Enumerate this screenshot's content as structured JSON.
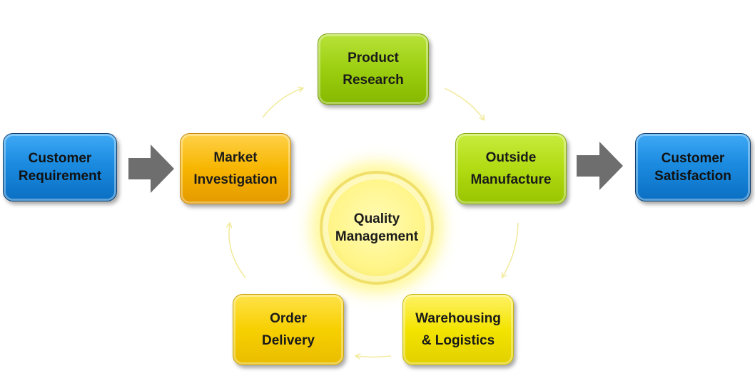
{
  "nodes": {
    "customer_requirement": {
      "line1": "Customer",
      "line2": "Requirement"
    },
    "market_investigation": {
      "line1": "Market",
      "line2": "Investigation"
    },
    "product_research": {
      "line1": "Product",
      "line2": "Research"
    },
    "outside_manufacture": {
      "line1": "Outside",
      "line2": "Manufacture"
    },
    "customer_satisfaction": {
      "line1": "Customer",
      "line2": "Satisfaction"
    },
    "warehousing_logistics": {
      "line1": "Warehousing",
      "line2": "& Logistics"
    },
    "order_delivery": {
      "line1": "Order",
      "line2": "Delivery"
    },
    "quality_management": {
      "line1": "Quality",
      "line2": "Management"
    }
  },
  "colors": {
    "blue": "#1b8be0",
    "orange": "#f7b500",
    "green": "#9ccf10",
    "lime": "#b1db12",
    "yellow": "#f3e400",
    "gold": "#f7d000",
    "center": "#fff58a",
    "big_arrow": "#6e6e6e",
    "cycle_arrow": "#f2ea9a"
  },
  "edges": [
    {
      "from": "customer_requirement",
      "to": "market_investigation",
      "style": "block-arrow"
    },
    {
      "from": "market_investigation",
      "to": "product_research",
      "style": "curved-thin"
    },
    {
      "from": "product_research",
      "to": "outside_manufacture",
      "style": "curved-thin"
    },
    {
      "from": "outside_manufacture",
      "to": "customer_satisfaction",
      "style": "block-arrow"
    },
    {
      "from": "outside_manufacture",
      "to": "warehousing_logistics",
      "style": "curved-thin"
    },
    {
      "from": "warehousing_logistics",
      "to": "order_delivery",
      "style": "curved-thin"
    },
    {
      "from": "order_delivery",
      "to": "market_investigation",
      "style": "curved-thin"
    }
  ]
}
